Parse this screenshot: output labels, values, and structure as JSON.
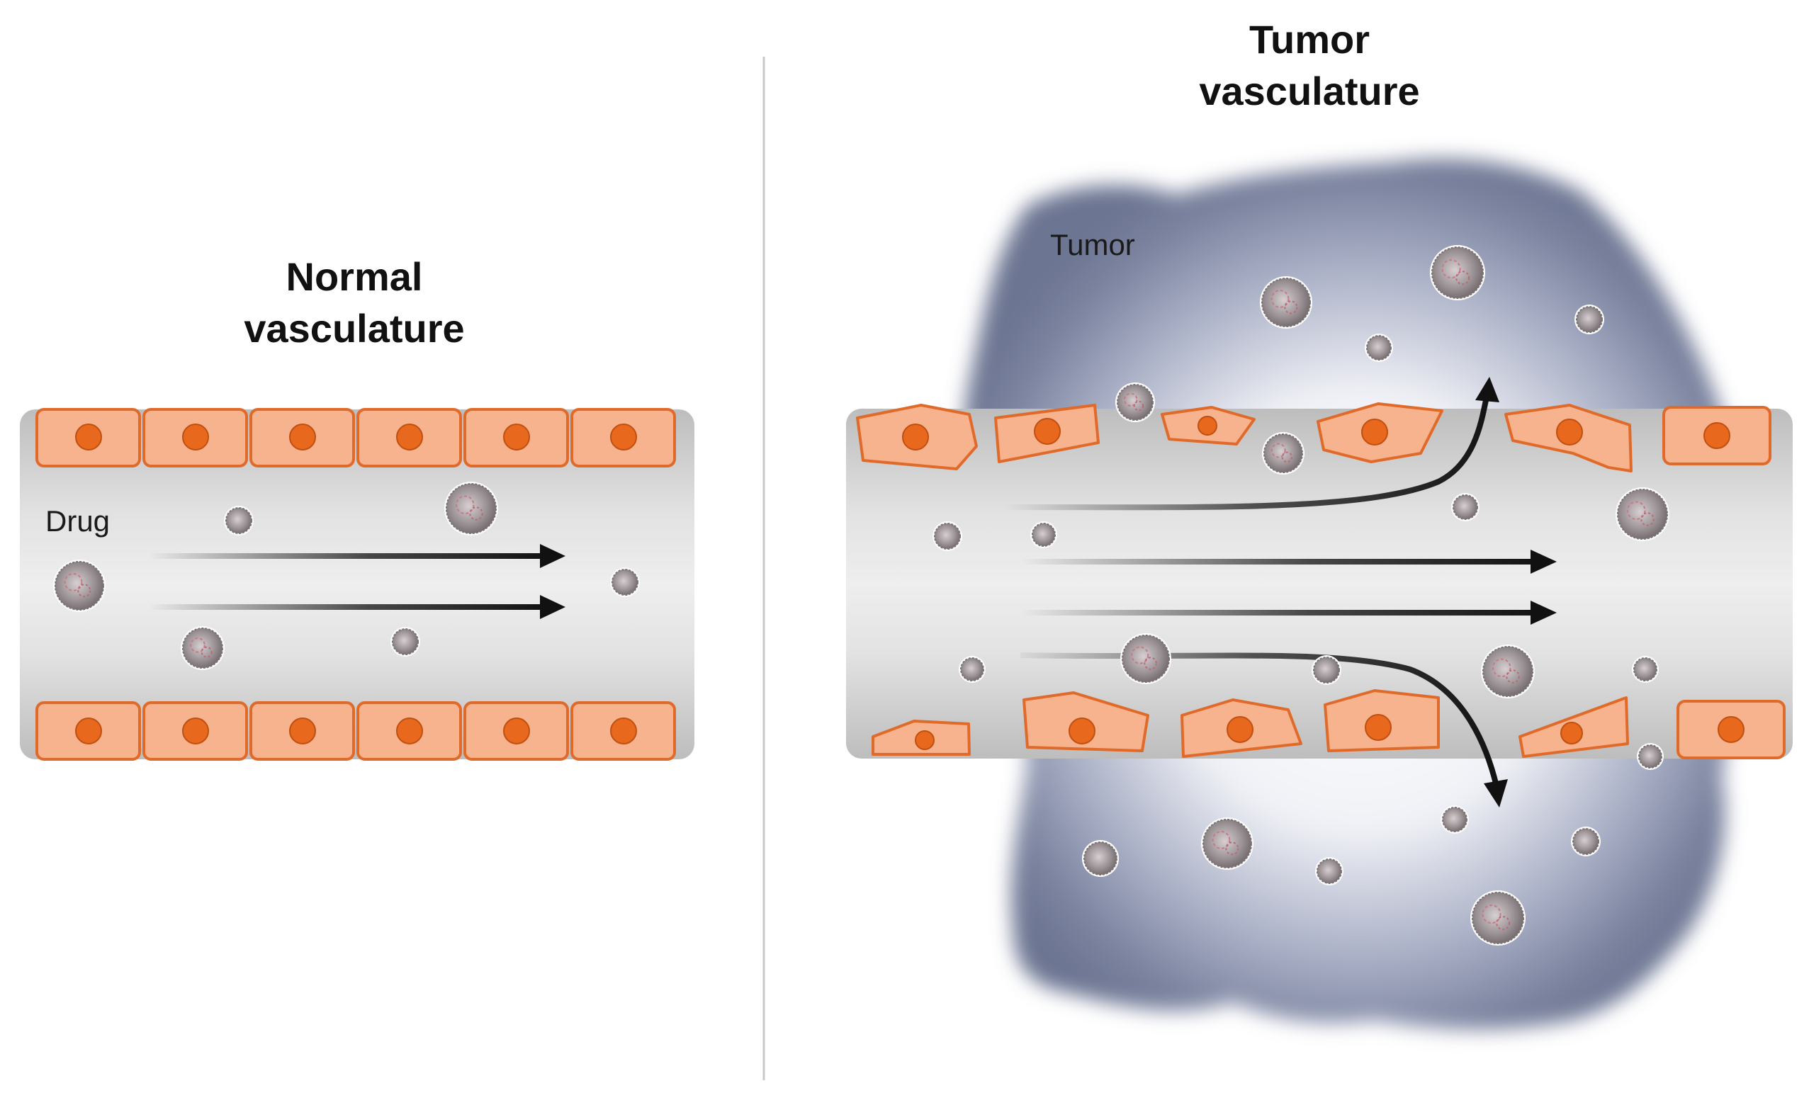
{
  "normal_panel": {
    "title_line1": "Normal",
    "title_line2": "vasculature",
    "drug_label": "Drug"
  },
  "tumor_panel": {
    "title_line1": "Tumor",
    "title_line2": "vasculature",
    "tumor_label": "Tumor"
  },
  "colors": {
    "endothelial_cell_fill": "#f7b38d",
    "endothelial_cell_border": "#e06a2a",
    "nucleus": "#e8691e",
    "vessel_lumen": "#dcdcdc",
    "tumor_mass": "#6f7896",
    "flow_arrow": "#111111"
  },
  "icons": {
    "nanoparticle": "drug-nanoparticle-icon",
    "endothelial_cell": "endothelial-cell-icon",
    "flow_arrow": "flow-arrow-icon"
  }
}
